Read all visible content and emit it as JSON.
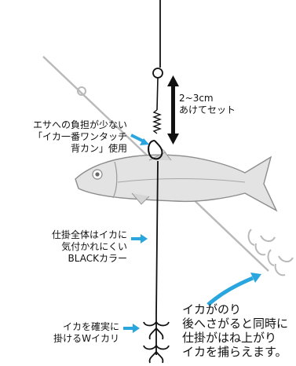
{
  "labels": {
    "gap": [
      "2~3cm",
      "あけてセット"
    ],
    "bait": [
      "エサへの負担が少ない",
      "「イカ一番ワンタッチ",
      "背カン」使用"
    ],
    "color": [
      "仕掛全体はイカに",
      "気付かれにくい",
      "BLACKカラー"
    ],
    "hook": [
      "イカを確実に",
      "掛けるWイカリ"
    ],
    "action": [
      "イカがのり",
      "後へさがると同時に",
      "仕掛がはね上がり",
      "イカを捕らえます。"
    ]
  },
  "colors": {
    "line": "#111111",
    "ghost_line": "#b9b9b9",
    "arrow": "#2aa6df",
    "fish_fill": "#e3e3e3",
    "fish_stroke": "#8c8c8c"
  },
  "icons": [
    "swivel-icon",
    "snap-icon",
    "spring-icon",
    "treble-hook-icon",
    "arrow-icon",
    "fish-illustration"
  ]
}
